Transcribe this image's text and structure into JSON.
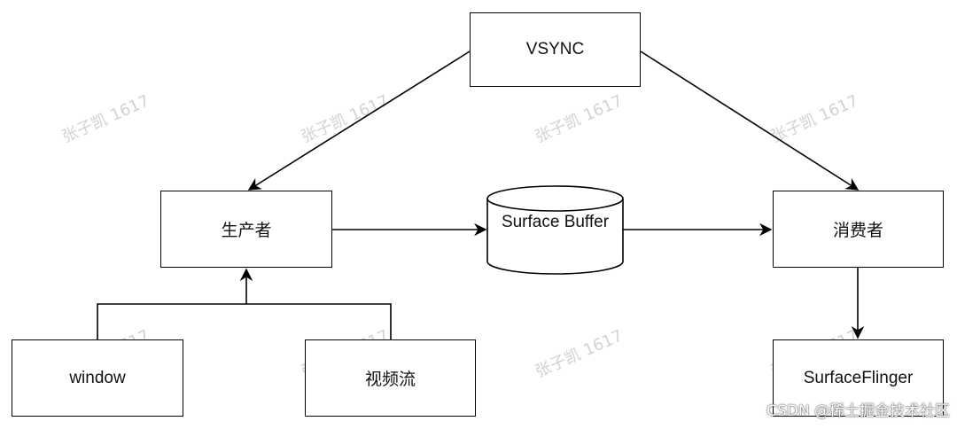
{
  "nodes": {
    "vsync": "VSYNC",
    "producer": "生产者",
    "consumer": "消费者",
    "surface_buffer": "Surface Buffer",
    "window": "window",
    "video_stream": "视频流",
    "surface_flinger": "SurfaceFlinger"
  },
  "watermarks": [
    "张子凯 1617",
    "张子凯 1617",
    "张子凯 1617",
    "张子凯 1617",
    "张子凯 1617",
    "张子凯 1617",
    "张子凯 1617",
    "张子凯 1617"
  ],
  "credit": "CSDN @稀土掘金技术社区",
  "colors": {
    "stroke": "#000000",
    "background": "#ffffff",
    "watermark": "#d2d2d2"
  }
}
